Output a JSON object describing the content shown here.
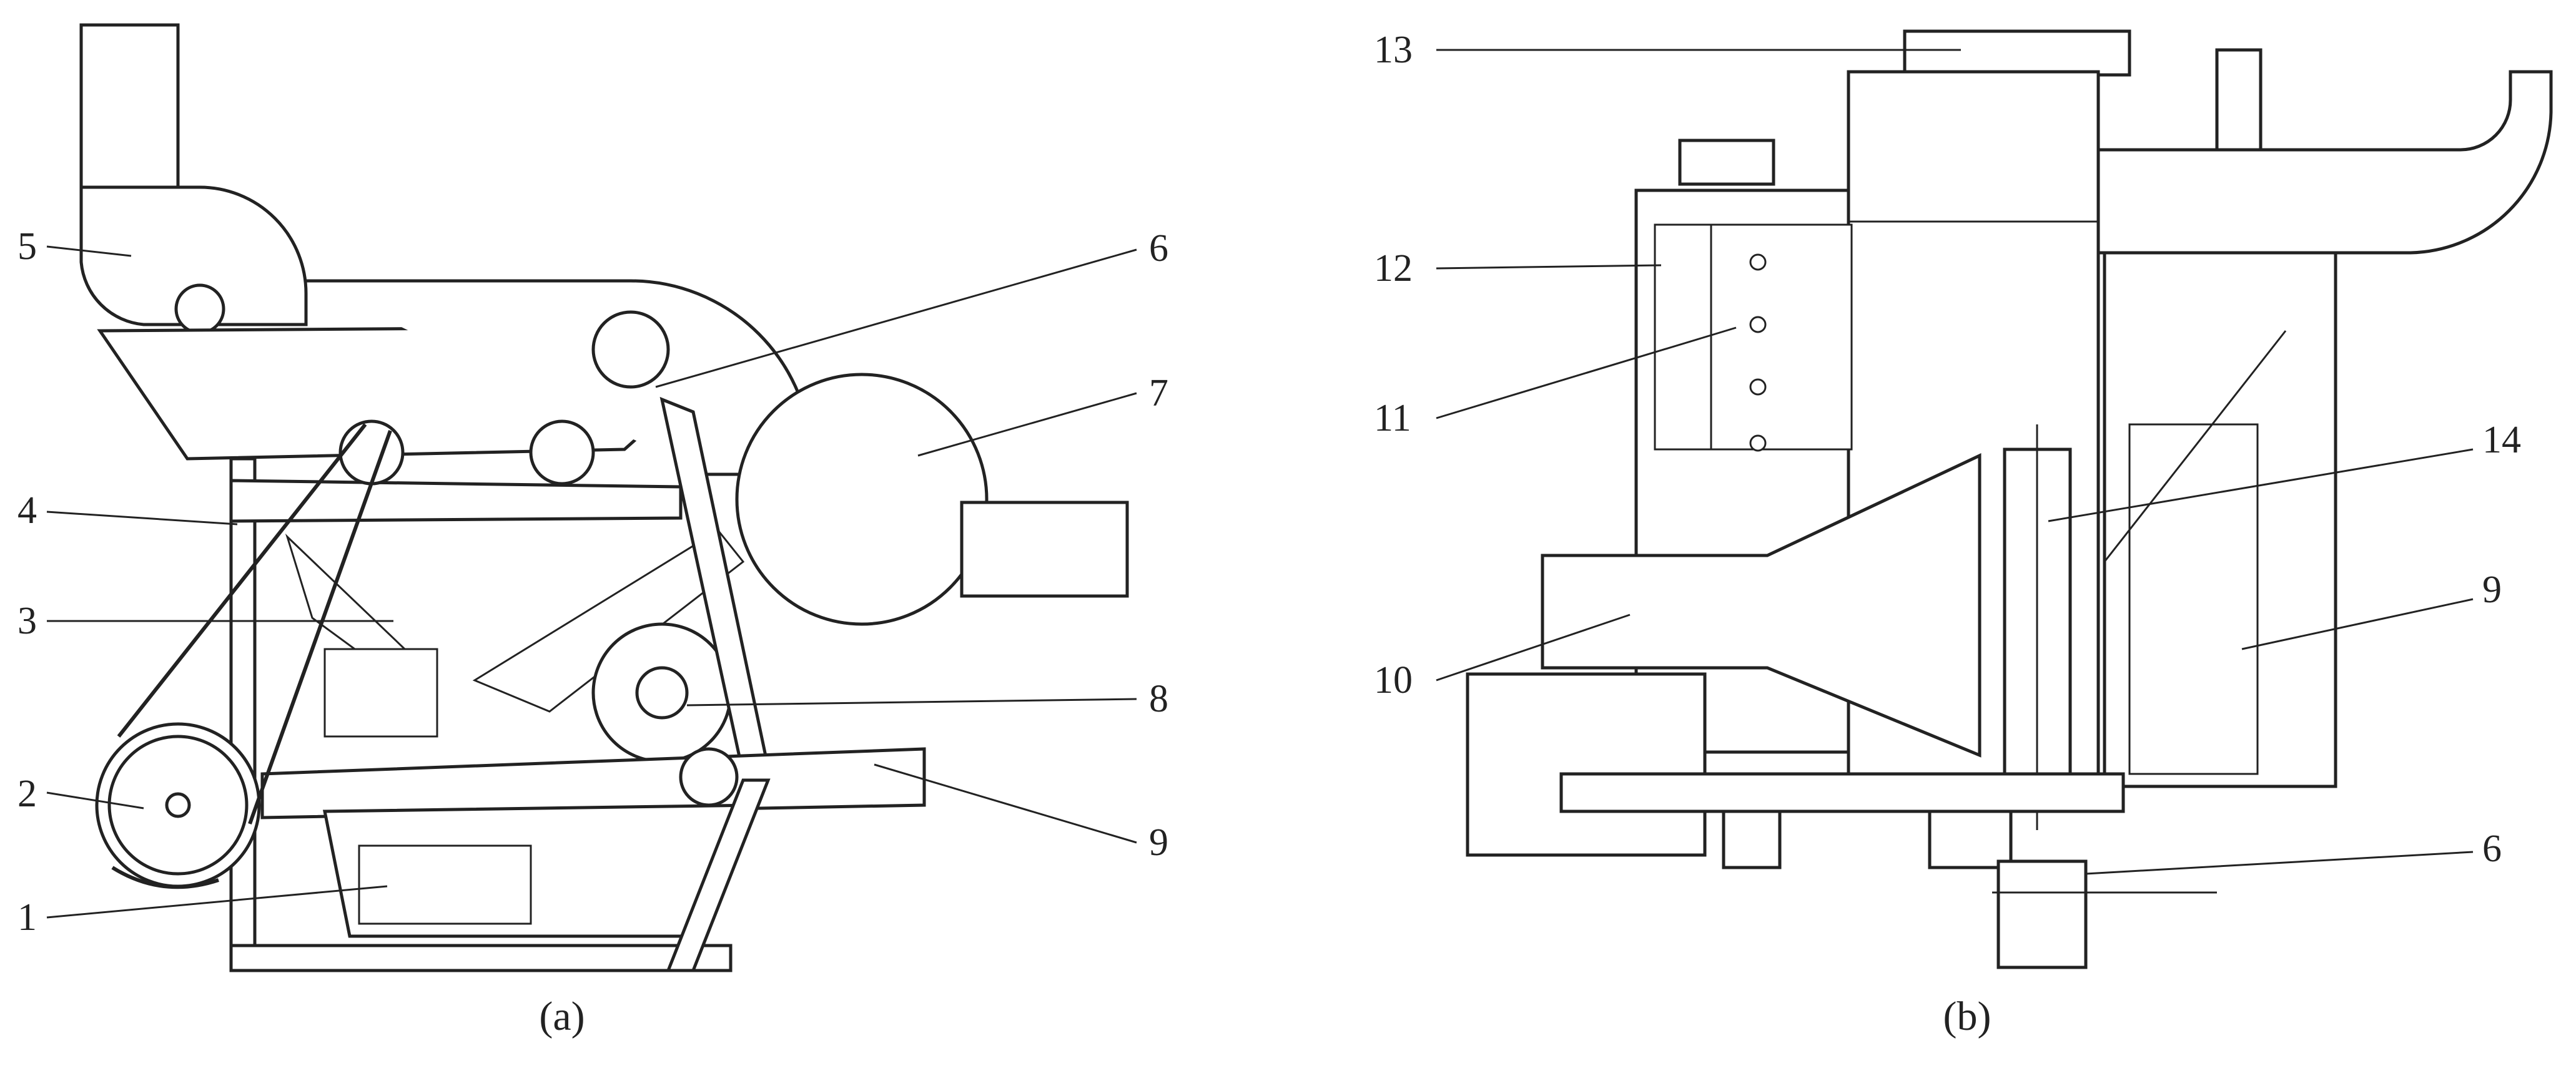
{
  "figure": {
    "panels": [
      {
        "caption": "(a)",
        "callouts": [
          "1",
          "2",
          "3",
          "4",
          "5",
          "6",
          "7",
          "8",
          "9"
        ]
      },
      {
        "caption": "(b)",
        "callouts": [
          "13",
          "12",
          "11",
          "10",
          "14",
          "9",
          "6"
        ]
      }
    ]
  }
}
